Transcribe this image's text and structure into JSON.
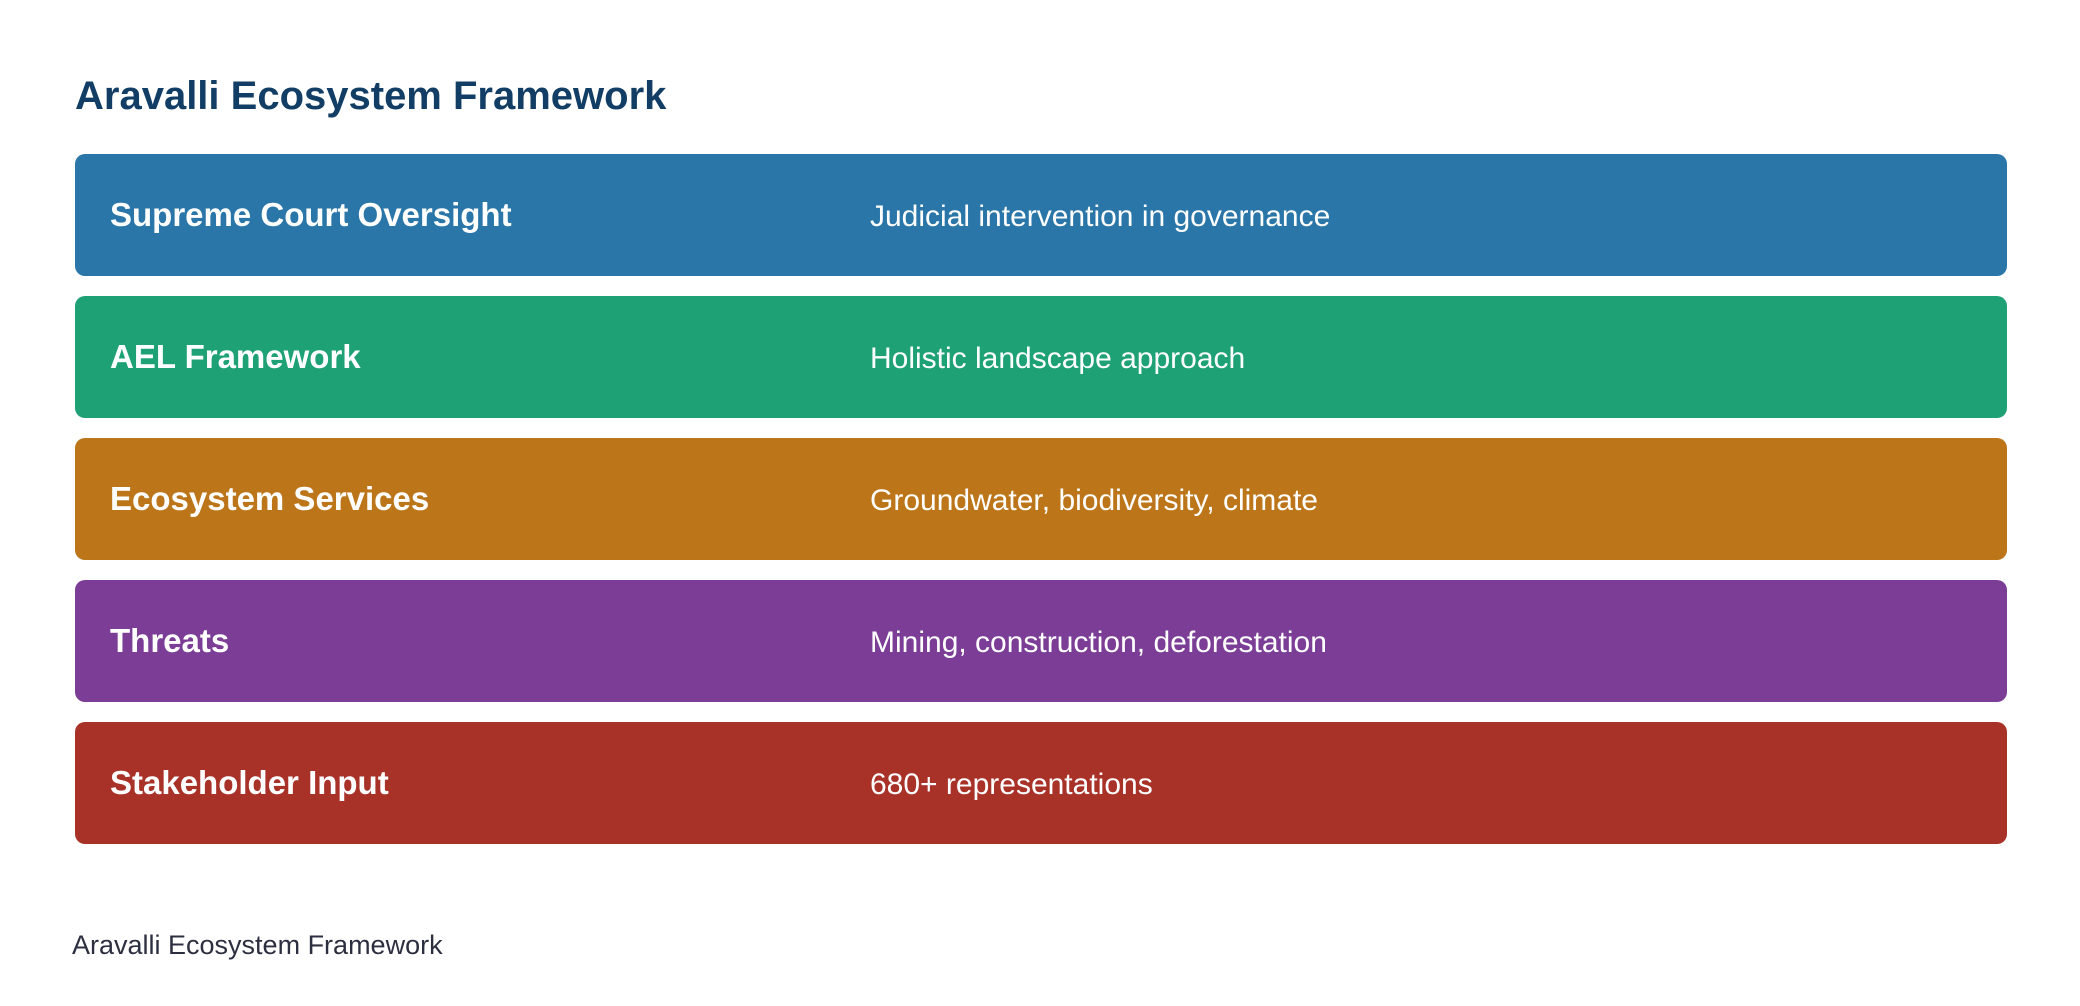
{
  "title": "Aravalli Ecosystem Framework",
  "rows": [
    {
      "label": "Supreme Court Oversight",
      "description": "Judicial intervention in governance",
      "color": "#2a76a8"
    },
    {
      "label": "AEL Framework",
      "description": "Holistic landscape approach",
      "color": "#1fa176"
    },
    {
      "label": "Ecosystem Services",
      "description": "Groundwater, biodiversity, climate",
      "color": "#bc7519"
    },
    {
      "label": "Threats",
      "description": "Mining, construction, deforestation",
      "color": "#7c3d97"
    },
    {
      "label": "Stakeholder Input",
      "description": "680+ representations",
      "color": "#a83228"
    }
  ],
  "footer": "Aravalli Ecosystem Framework"
}
